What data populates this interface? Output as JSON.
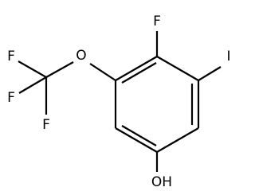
{
  "atoms": {
    "f_ring": "F",
    "iodine": "I",
    "oxygen_ether": "O",
    "hydroxyl": "OH",
    "f_cf3_top": "F",
    "f_cf3_left": "F",
    "f_cf3_bottom": "F"
  }
}
